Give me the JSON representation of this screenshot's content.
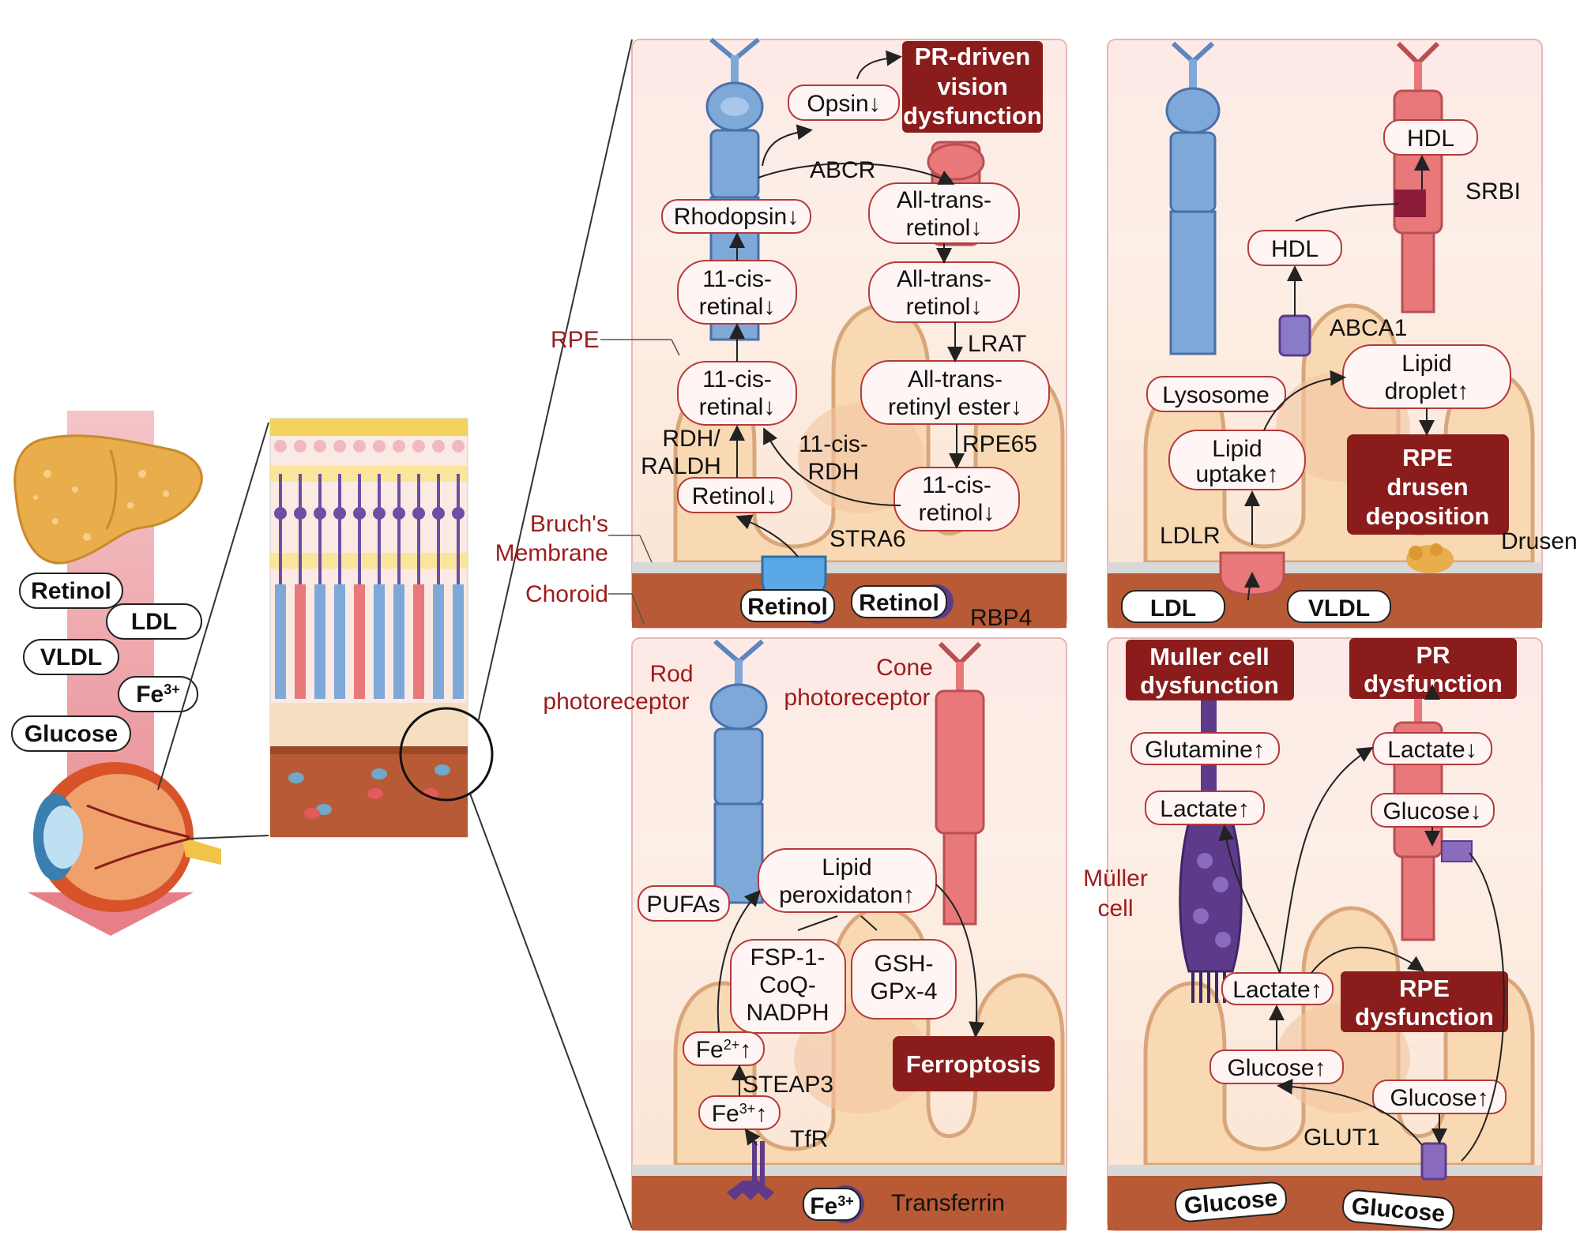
{
  "left": {
    "nutrients": [
      "Retinol",
      "LDL",
      "VLDL",
      "Fe3+",
      "Glucose"
    ]
  },
  "zoom_labels": {
    "rpe": "RPE",
    "bruchs": "Bruch's Membrane",
    "choroid": "Choroid"
  },
  "panel_visual": {
    "opsin": "Opsin↓",
    "pr_driven": "PR-driven vision dysfunction",
    "abcr": "ABCR",
    "rhodopsin": "Rhodopsin↓",
    "all_trans_retinol_1": "All-trans-retinol↓",
    "all_trans_retinol_2": "All-trans-retinol↓",
    "cis_retinal_1": "11-cis-retinal↓",
    "cis_retinal_2": "11-cis-retinal↓",
    "lrat": "LRAT",
    "retinyl_ester": "All-trans-retinyl ester↓",
    "rdh_raldh": "RDH/ RALDH",
    "cis_rdh": "11-cis- RDH",
    "rpe65": "RPE65",
    "retinol": "Retinol↓",
    "cis_retinol": "11-cis-retinol↓",
    "stra6": "STRA6",
    "retinol_a": "Retinol",
    "retinol_b": "Retinol",
    "rbp4": "RBP4"
  },
  "panel_lipid": {
    "hdl_top": "HDL",
    "srbi": "SRBI",
    "hdl_mid": "HDL",
    "abca1": "ABCA1",
    "lysosome": "Lysosome",
    "lipid_droplet": "Lipid droplet↑",
    "lipid_uptake": "Lipid uptake↑",
    "rpe_drusen": "RPE drusen deposition",
    "ldlr": "LDLR",
    "drusen": "Drusen",
    "ldl": "LDL",
    "vldl": "VLDL"
  },
  "panel_iron": {
    "rod_pr": "Rod photoreceptor",
    "cone_pr": "Cone photoreceptor",
    "pufas": "PUFAs",
    "lipid_perox": "Lipid peroxidaton↑",
    "fsp1": "FSP-1- CoQ- NADPH",
    "gsh": "GSH- GPx-4",
    "fe2": "Fe2+↑",
    "steap3": "STEAP3",
    "fe3": "Fe3+↑",
    "tfr": "TfR",
    "ferroptosis": "Ferroptosis",
    "fe3_bound": "Fe3+",
    "transferrin": "Transferrin"
  },
  "panel_glucose": {
    "muller_dys": "Muller cell dysfunction",
    "pr_dys": "PR dysfunction",
    "glutamine": "Glutamine↑",
    "lactate_pr": "Lactate↓",
    "lactate_muller": "Lactate↑",
    "glucose_pr": "Glucose↓",
    "muller_cell": "Müller cell",
    "lactate_rpe": "Lactate↑",
    "rpe_dys": "RPE dysfunction",
    "glucose_rpe1": "Glucose↑",
    "glucose_rpe2": "Glucose↑",
    "glut1": "GLUT1",
    "glucose_a": "Glucose",
    "glucose_b": "Glucose"
  },
  "colors": {
    "panel_bg": "#fbe9e0",
    "rpe_cell": "#f8d9b4",
    "choroid": "#b85a35",
    "rod": "#7ea8d8",
    "cone": "#e8787a",
    "dark_box": "#8b1c1c",
    "muller": "#5d3b8a"
  }
}
